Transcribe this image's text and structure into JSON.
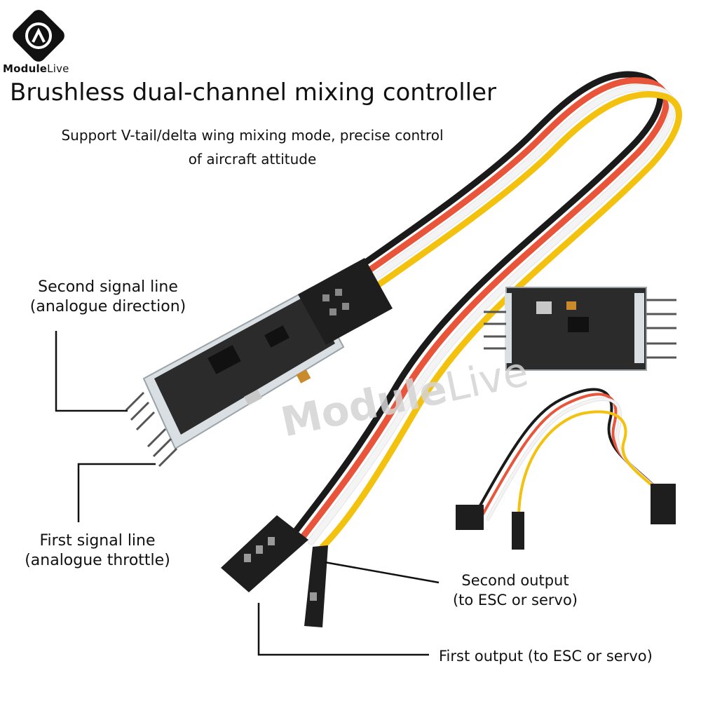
{
  "brand": {
    "name_bold": "Module",
    "name_light": "Live"
  },
  "title": "Brushless dual-channel mixing controller",
  "subtitle": {
    "line1": "Support V-tail/delta wing mixing mode, precise control",
    "line2": "of aircraft attitude"
  },
  "callouts": {
    "second_signal": {
      "line1": "Second signal line",
      "line2": "(analogue direction)"
    },
    "first_signal": {
      "line1": "First signal line",
      "line2": "(analogue throttle)"
    },
    "second_output": {
      "line1": "Second output",
      "line2": "(to ESC or servo)"
    },
    "first_output": "First output (to ESC or servo)"
  },
  "watermark": {
    "bold": "Module",
    "light": "Live"
  },
  "colors": {
    "wire_black": "#1a1a1a",
    "wire_red": "#e8553a",
    "wire_white": "#f4f4f4",
    "wire_yellow": "#f2c20f",
    "board": "#2b2b2b",
    "leader": "#111111"
  }
}
